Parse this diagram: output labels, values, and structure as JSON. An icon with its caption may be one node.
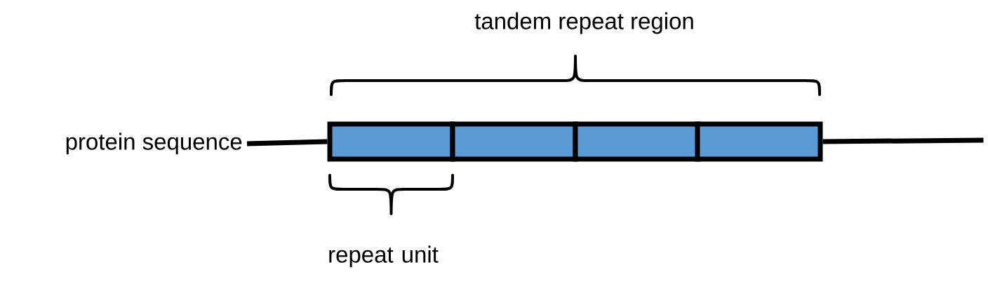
{
  "diagram": {
    "nodes": [
      {
        "text": [
          "protein sequence"
        ]
      },
      {
        "text": [],
        "shape": "box"
      },
      {
        "text": [],
        "shape": "box"
      },
      {
        "text": [],
        "shape": "box"
      },
      {
        "text": [],
        "shape": "box"
      }
    ],
    "edges": [
      {
        "from": 0,
        "to": 1,
        "arrow": "none"
      },
      {
        "from": 4,
        "to": null,
        "arrow": "none"
      }
    ],
    "labels": [
      "tandem repeat region",
      "repeat unit"
    ]
  }
}
